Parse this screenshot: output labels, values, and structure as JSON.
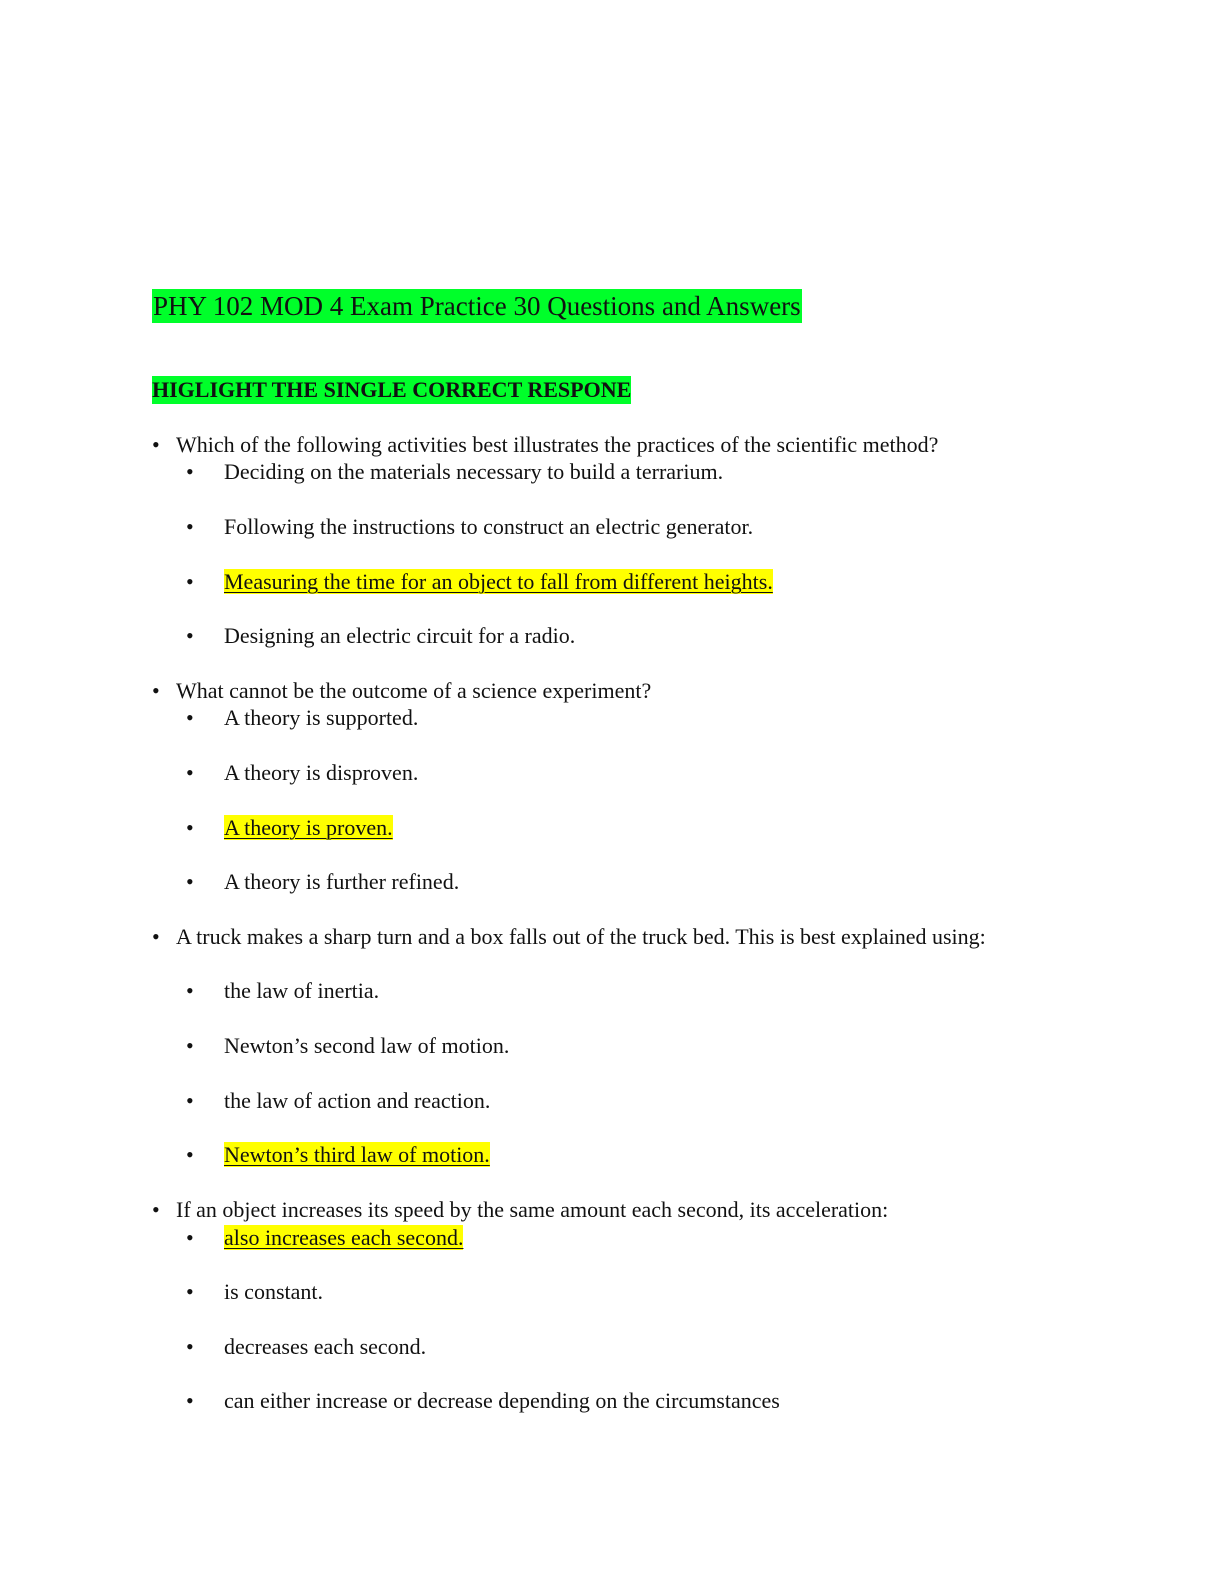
{
  "document": {
    "title": "PHY 102 MOD 4 Exam Practice 30 Questions and Answers",
    "instruction": "HIGLIGHT THE SINGLE CORRECT RESPONE",
    "bullet": "•",
    "questions": [
      {
        "text": "Which of the following activities best illustrates the practices of the scientific method?",
        "options": [
          {
            "text": "Deciding on the materials necessary to build a terrarium.",
            "highlighted": false
          },
          {
            "text": "Following the instructions to construct an electric generator.",
            "highlighted": false
          },
          {
            "text": "Measuring the time for an object to fall from different heights.",
            "highlighted": true
          },
          {
            "text": "Designing an electric circuit for a radio.",
            "highlighted": false
          }
        ]
      },
      {
        "text": "What cannot be the outcome of a science experiment?",
        "options": [
          {
            "text": "A theory is supported.",
            "highlighted": false
          },
          {
            "text": "A theory is disproven.",
            "highlighted": false
          },
          {
            "text": "A theory is proven.",
            "highlighted": true
          },
          {
            "text": "A theory is further refined.",
            "highlighted": false
          }
        ]
      },
      {
        "text": "A truck makes a sharp turn and a box falls out of the truck bed. This is best explained using:",
        "options": [
          {
            "text": "the law of inertia.",
            "highlighted": false
          },
          {
            "text": "Newton’s second law of motion.",
            "highlighted": false
          },
          {
            "text": "the law of action and reaction.",
            "highlighted": false
          },
          {
            "text": "Newton’s third law of motion.",
            "highlighted": true
          }
        ]
      },
      {
        "text": "If an object increases its speed by the same amount each second, its acceleration:",
        "options": [
          {
            "text": "also increases each second.",
            "highlighted": true
          },
          {
            "text": "is constant.",
            "highlighted": false
          },
          {
            "text": "decreases each second.",
            "highlighted": false
          },
          {
            "text": "can either increase or decrease depending on the circumstances",
            "highlighted": false
          }
        ]
      }
    ]
  }
}
